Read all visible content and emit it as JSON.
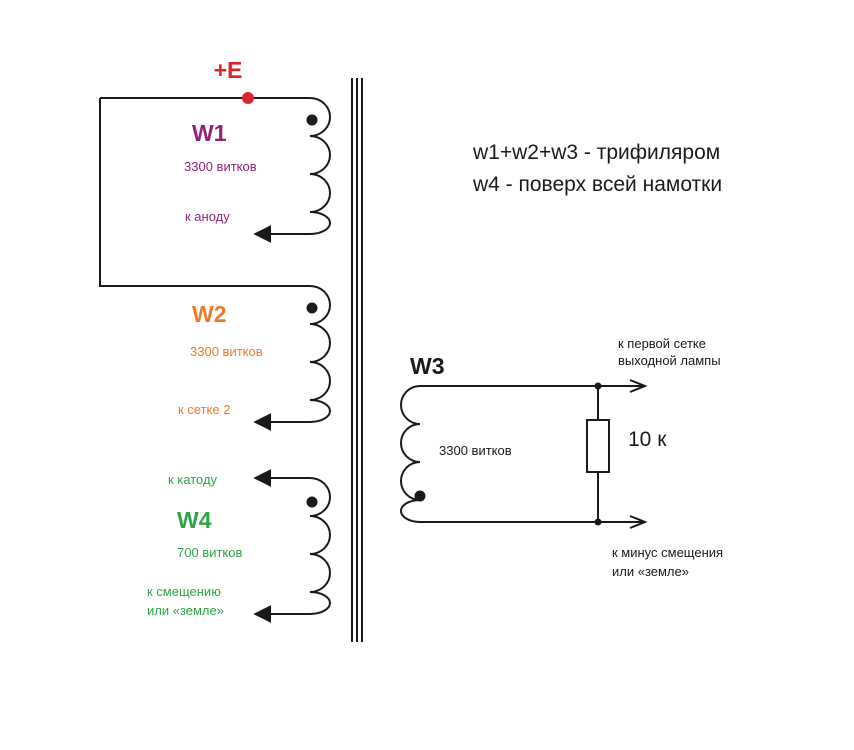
{
  "colors": {
    "wire": "#1a1a1a",
    "supply": "#d9262c",
    "w1": "#93237a",
    "w2": "#ee7a2a",
    "w4": "#2ea546",
    "text": "#1a1a1a"
  },
  "supply": {
    "label": "+E"
  },
  "w1": {
    "name": "W1",
    "turns": "3300 витков",
    "output": "к аноду"
  },
  "w2": {
    "name": "W2",
    "turns": "3300 витков",
    "output": "к сетке 2"
  },
  "w4": {
    "name": "W4",
    "turns": "700 витков",
    "top_output": "к катоду",
    "bottom_output_line1": "к смещению",
    "bottom_output_line2": "или «земле»"
  },
  "w3": {
    "name": "W3",
    "turns": "3300 витков",
    "top_output_line1": "к первой сетке",
    "top_output_line2": "выходной лампы",
    "bottom_output_line1": "к минус смещения",
    "bottom_output_line2": "или «земле»"
  },
  "resistor": {
    "value": "10 к"
  },
  "notes": {
    "line1": "w1+w2+w3 - трифиляром",
    "line2": "w4 - поверх всей намотки"
  }
}
